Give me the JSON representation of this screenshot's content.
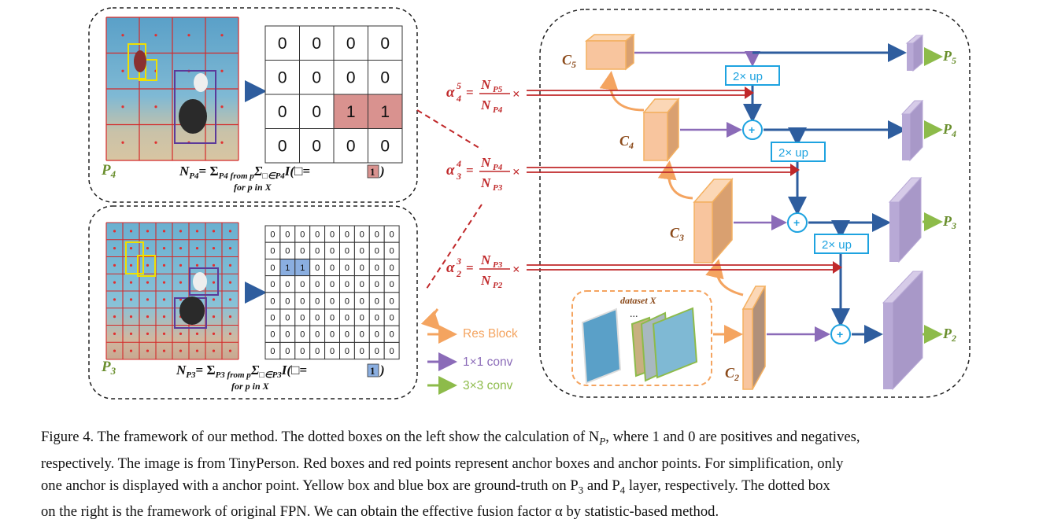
{
  "left_top": {
    "layer_label": "P",
    "layer_sub": "4",
    "grid": [
      [
        "0",
        "0",
        "0",
        "0"
      ],
      [
        "0",
        "0",
        "0",
        "0"
      ],
      [
        "0",
        "0",
        "1",
        "1"
      ],
      [
        "0",
        "0",
        "0",
        "0"
      ]
    ],
    "formula_lhs": "N",
    "formula_sub": "P4",
    "formula_eq": "= Σ",
    "formula_from": "P4 from p",
    "formula_inner": "Σ",
    "formula_inner_sub": "□∈P4",
    "formula_indicator": "I(□=",
    "formula_value": "1",
    "formula_close": ")",
    "formula_for": "for p in X",
    "highlight_color": "#d9928f"
  },
  "left_bottom": {
    "layer_label": "P",
    "layer_sub": "3",
    "grid": [
      [
        "0",
        "0",
        "0",
        "0",
        "0",
        "0",
        "0",
        "0",
        "0"
      ],
      [
        "0",
        "0",
        "0",
        "0",
        "0",
        "0",
        "0",
        "0",
        "0"
      ],
      [
        "0",
        "1",
        "1",
        "0",
        "0",
        "0",
        "0",
        "0",
        "0"
      ],
      [
        "0",
        "0",
        "0",
        "0",
        "0",
        "0",
        "0",
        "0",
        "0"
      ],
      [
        "0",
        "0",
        "0",
        "0",
        "0",
        "0",
        "0",
        "0",
        "0"
      ],
      [
        "0",
        "0",
        "0",
        "0",
        "0",
        "0",
        "0",
        "0",
        "0"
      ],
      [
        "0",
        "0",
        "0",
        "0",
        "0",
        "0",
        "0",
        "0",
        "0"
      ],
      [
        "0",
        "0",
        "0",
        "0",
        "0",
        "0",
        "0",
        "0",
        "0"
      ]
    ],
    "formula_lhs": "N",
    "formula_sub": "P3",
    "formula_eq": "= Σ",
    "formula_from": "P3 from p",
    "formula_inner": "Σ",
    "formula_inner_sub": "□∈P3",
    "formula_indicator": "I(□=",
    "formula_value": "1",
    "formula_close": ")",
    "formula_for": "for p in X",
    "highlight_color": "#8aaee0"
  },
  "alphas": [
    {
      "alpha": "α",
      "sup": "5",
      "sub": "4",
      "num": "N",
      "num_sub": "P5",
      "den": "N",
      "den_sub": "P4",
      "times": "×"
    },
    {
      "alpha": "α",
      "sup": "4",
      "sub": "3",
      "num": "N",
      "num_sub": "P4",
      "den": "N",
      "den_sub": "P3",
      "times": "×"
    },
    {
      "alpha": "α",
      "sup": "3",
      "sub": "2",
      "num": "N",
      "num_sub": "P3",
      "den": "N",
      "den_sub": "P2",
      "times": "×"
    }
  ],
  "fpn": {
    "c_labels": [
      {
        "main": "C",
        "sub": "5"
      },
      {
        "main": "C",
        "sub": "4"
      },
      {
        "main": "C",
        "sub": "3"
      },
      {
        "main": "C",
        "sub": "2"
      }
    ],
    "p_labels": [
      {
        "main": "P",
        "sub": "5"
      },
      {
        "main": "P",
        "sub": "4"
      },
      {
        "main": "P",
        "sub": "3"
      },
      {
        "main": "P",
        "sub": "2"
      }
    ],
    "up_label": "2× up",
    "plus": "+",
    "dataset_label": "dataset X",
    "dots": "..."
  },
  "legend": [
    {
      "label": "Res Block",
      "color": "#f4a460"
    },
    {
      "label": "1×1 conv",
      "color": "#8b6bb8"
    },
    {
      "label": "3×3 conv",
      "color": "#8dbb4a"
    }
  ],
  "colors": {
    "red": "#c0282a",
    "blue_arrow": "#2e5d9e",
    "orange_block": "#f8c59e",
    "purple_block": "#b8a9d6",
    "cyan": "#1ea3e0",
    "green": "#6a8f2e",
    "brown": "#8b4a1a"
  },
  "caption": {
    "line1": "Figure 4. The framework of our method. The dotted boxes on the left show the calculation of N",
    "line1_sub": "P",
    "line1_end": ", where 1 and 0 are positives and negatives,",
    "line2": "respectively. The image is from TinyPerson. Red boxes and red points represent anchor boxes and anchor points. For simplification, only",
    "line3": "one anchor is displayed with a anchor point. Yellow box and blue box are ground-truth on P",
    "line3_sub1": "3",
    "line3_mid": " and P",
    "line3_sub2": "4",
    "line3_end": " layer, respectively. The dotted box",
    "line4": "on the right is the framework of original FPN. We can obtain the effective fusion factor α by statistic-based method."
  }
}
